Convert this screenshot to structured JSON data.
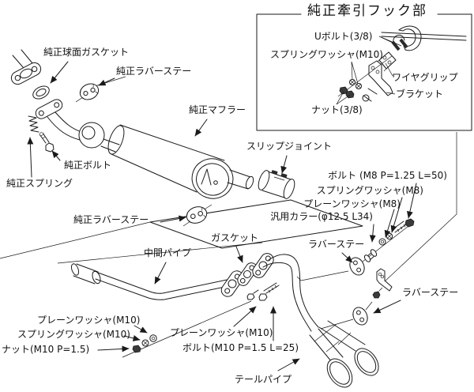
{
  "colors": {
    "line": "#1a1a1a",
    "text": "#111111",
    "background": "#ffffff",
    "dark_fill": "#3a3a3a"
  },
  "inset": {
    "title": "純正牽引フック部",
    "labels": {
      "u_bolt": "Uボルト(3/8)",
      "spring_washer_m10": "スプリングワッシャ(M10)",
      "wire_grip": "ワイヤグリップ",
      "bracket": "ブラケット",
      "nut_3_8": "ナット(3/8)"
    }
  },
  "oem_parts": {
    "spherical_gasket": "純正球面ガスケット",
    "rubber_stay_front": "純正ラバーステー",
    "muffler": "純正マフラー",
    "slip_joint": "スリップジョイント",
    "bolt": "純正ボルト",
    "spring": "純正スプリング",
    "rubber_stay_rear": "純正ラバーステー"
  },
  "install_parts": {
    "bolt_m8": "ボルト (M8 P=1.25 L=50)",
    "spring_washer_m8": "スプリングワッシャ(M8)",
    "plain_washer_m8": "プレーンワッシャ(M8)",
    "collar": "汎用カラー(φ12.5  L34)",
    "rubber_stay_upper": "ラバーステー",
    "rubber_stay_lower": "ラバーステー",
    "mid_pipe": "中間パイプ",
    "gasket": "ガスケット",
    "plain_washer_m10_left": "プレーンワッシャ(M10)",
    "spring_washer_m10": "スプリングワッシャ(M10)",
    "nut_m10": "ナット(M10 P=1.5)",
    "plain_washer_m10_center": "プレーンワッシャ(M10)",
    "bolt_m10": "ボルト(M10 P=1.5 L=25)",
    "tail_pipe": "テールパイプ"
  }
}
